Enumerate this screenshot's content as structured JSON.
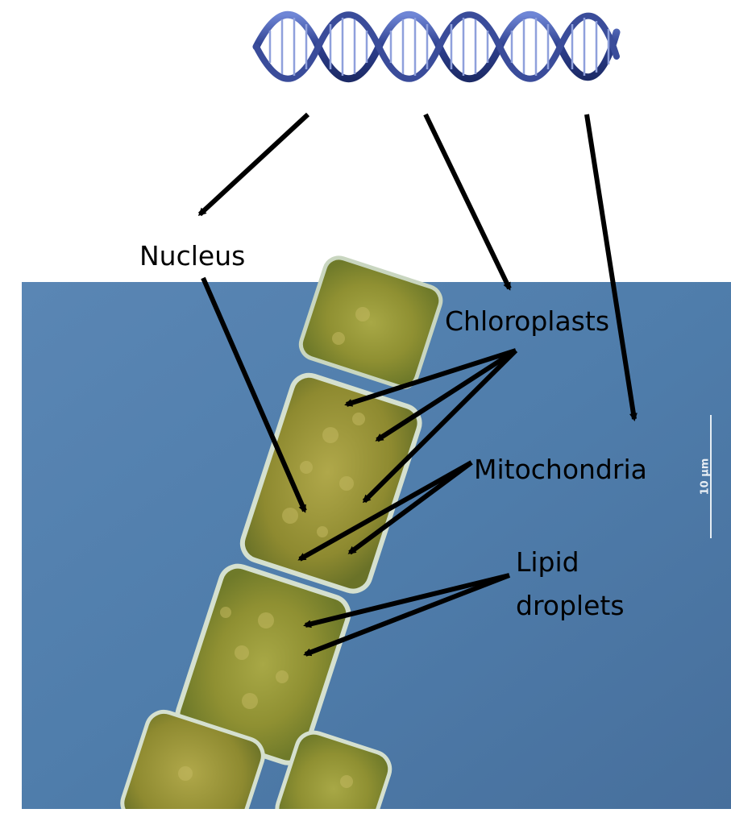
{
  "diagram": {
    "labels": {
      "nucleus": "Nucleus",
      "chloroplasts": "Chloroplasts",
      "mitochondria": "Mitochondria",
      "lipid_line1": "Lipid",
      "lipid_line2": "droplets"
    },
    "scale_bar": "10 µm",
    "icons": {
      "dna": "dna-double-helix-icon"
    },
    "colors": {
      "background": "#4f7fae",
      "cell": "#9a9a3a",
      "arrow": "#000000",
      "dna": "#3a4c9a"
    }
  }
}
